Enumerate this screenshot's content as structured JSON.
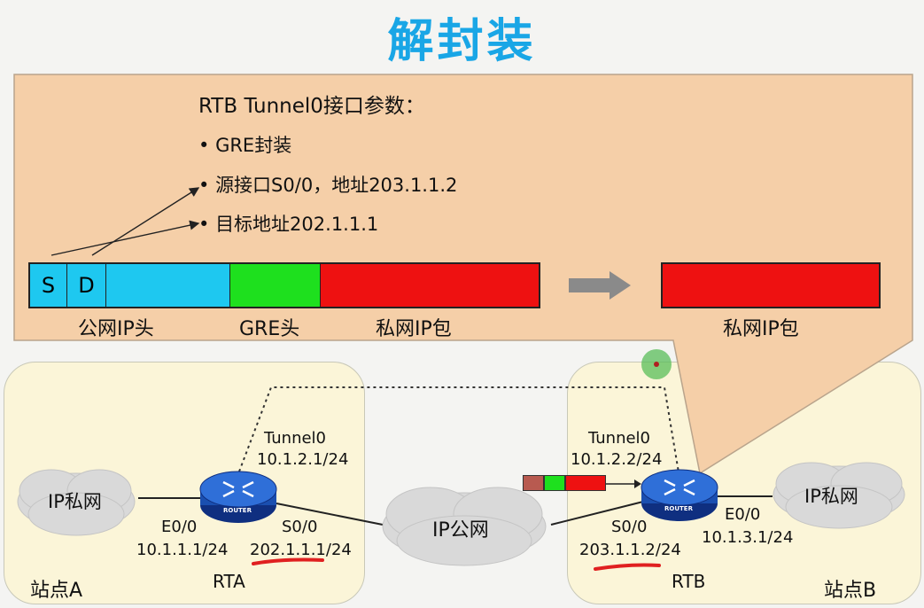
{
  "title": "解封装",
  "params": {
    "heading": "RTB Tunnel0接口参数：",
    "bullets": [
      "GRE封装",
      "源接口S0/0，地址203.1.1.2",
      "目标地址202.1.1.1"
    ]
  },
  "packet": {
    "src_field": "S",
    "dst_field": "D",
    "labels": {
      "public_ip_header": "公网IP头",
      "gre_header": "GRE头",
      "private_ip_packet": "私网IP包"
    },
    "result_label": "私网IP包"
  },
  "colors": {
    "public_ip": "#1ec8f0",
    "gre": "#1ee01e",
    "private": "#ee1111",
    "title": "#19a6e6",
    "callout": "#f5cfa8",
    "site": "#fbf5d8"
  },
  "topology": {
    "site_a": {
      "label": "站点A",
      "cloud": "IP私网",
      "router": {
        "name": "RTA",
        "badge": "ROUTER"
      },
      "tunnel": {
        "name": "Tunnel0",
        "ip": "10.1.2.1/24"
      },
      "e0": {
        "name": "E0/0",
        "ip": "10.1.1.1/24"
      },
      "s0": {
        "name": "S0/0",
        "ip": "202.1.1.1/24"
      }
    },
    "internet": {
      "cloud": "IP公网"
    },
    "site_b": {
      "label": "站点B",
      "cloud": "IP私网",
      "router": {
        "name": "RTB",
        "badge": "ROUTER"
      },
      "tunnel": {
        "name": "Tunnel0",
        "ip": "10.1.2.2/24"
      },
      "e0": {
        "name": "E0/0",
        "ip": "10.1.3.1/24"
      },
      "s0": {
        "name": "S0/0",
        "ip": "203.1.1.2/24"
      }
    }
  }
}
